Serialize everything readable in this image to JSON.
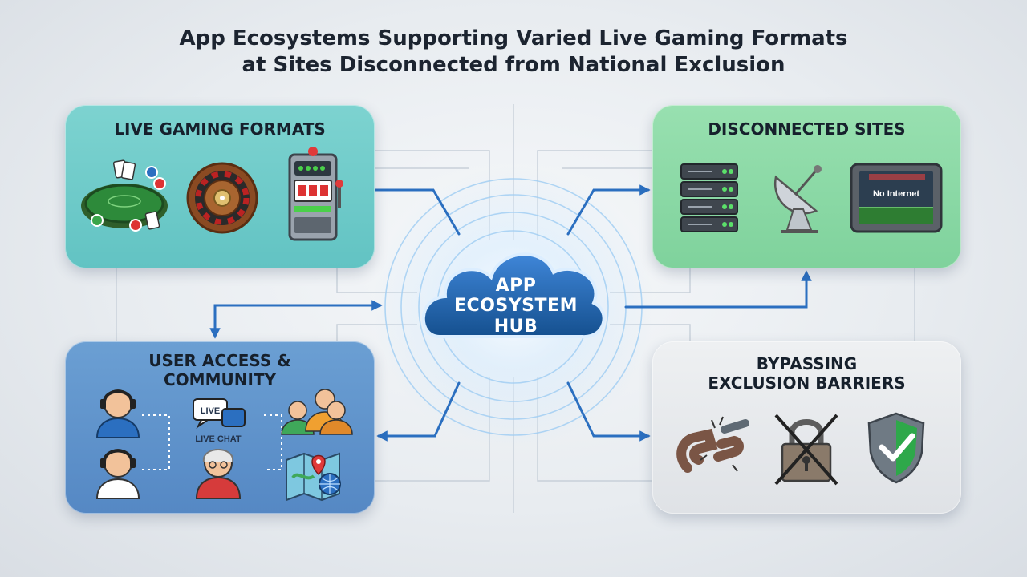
{
  "title": {
    "line1": "App Ecosystems Supporting Varied Live Gaming Formats",
    "line2": "at Sites Disconnected from National Exclusion"
  },
  "hub": {
    "line1": "APP",
    "line2": "ECOSYSTEM",
    "line3": "HUB"
  },
  "panels": {
    "live_gaming": {
      "title": "LIVE GAMING FORMATS",
      "icons": [
        "poker-table-icon",
        "roulette-wheel-icon",
        "slot-machine-icon"
      ]
    },
    "disconnected": {
      "title": "DISCONNECTED SITES",
      "icons": [
        "server-rack-icon",
        "satellite-dish-icon",
        "tablet-icon"
      ],
      "tablet_text": "No Internet"
    },
    "user_access": {
      "title_line1": "USER ACCESS &",
      "title_line2": "COMMUNITY",
      "live_badge": "LIVE",
      "live_chat_label": "LIVE CHAT",
      "icons": [
        "headset-user-icon",
        "chat-bubbles-icon",
        "group-icon",
        "headset-user-icon",
        "elderly-user-icon",
        "map-pin-globe-icon"
      ]
    },
    "bypassing": {
      "title_line1": "BYPASSING",
      "title_line2": "EXCLUSION BARRIERS",
      "icons": [
        "broken-magnet-icon",
        "crossed-padlock-icon",
        "shield-check-icon"
      ]
    }
  },
  "colors": {
    "arrow": "#2b6fc0",
    "hub_cloud": "#1e5fae",
    "live_panel": "#6fcbca",
    "disconnected_panel": "#8ad8a6",
    "user_panel": "#5f93cb",
    "bypass_panel": "#e4e7ea"
  }
}
